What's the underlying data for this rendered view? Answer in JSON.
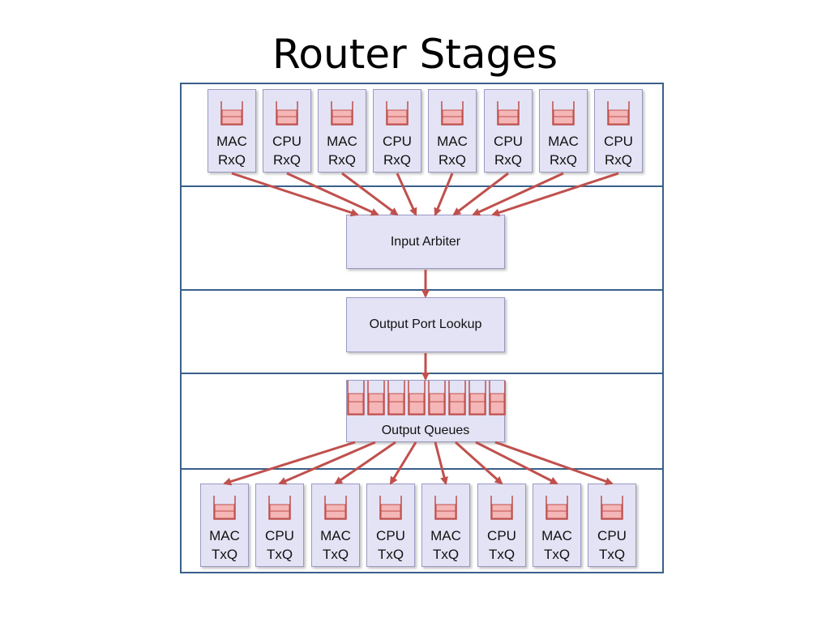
{
  "title": "Router Stages",
  "rx_queues": [
    {
      "type": "MAC",
      "queue": "RxQ"
    },
    {
      "type": "CPU",
      "queue": "RxQ"
    },
    {
      "type": "MAC",
      "queue": "RxQ"
    },
    {
      "type": "CPU",
      "queue": "RxQ"
    },
    {
      "type": "MAC",
      "queue": "RxQ"
    },
    {
      "type": "CPU",
      "queue": "RxQ"
    },
    {
      "type": "MAC",
      "queue": "RxQ"
    },
    {
      "type": "CPU",
      "queue": "RxQ"
    }
  ],
  "input_arbiter": "Input Arbiter",
  "output_port_lookup": "Output Port Lookup",
  "output_queues": "Output Queues",
  "tx_queues": [
    {
      "type": "MAC",
      "queue": "TxQ"
    },
    {
      "type": "CPU",
      "queue": "TxQ"
    },
    {
      "type": "MAC",
      "queue": "TxQ"
    },
    {
      "type": "CPU",
      "queue": "TxQ"
    },
    {
      "type": "MAC",
      "queue": "TxQ"
    },
    {
      "type": "CPU",
      "queue": "TxQ"
    },
    {
      "type": "MAC",
      "queue": "TxQ"
    },
    {
      "type": "CPU",
      "queue": "TxQ"
    }
  ],
  "colors": {
    "frame": "#3a5f8a",
    "box_fill": "#e3e3f5",
    "queue_fill": "#f4b6b6",
    "queue_stroke": "#c0504d",
    "arrow": "#c0504d"
  }
}
